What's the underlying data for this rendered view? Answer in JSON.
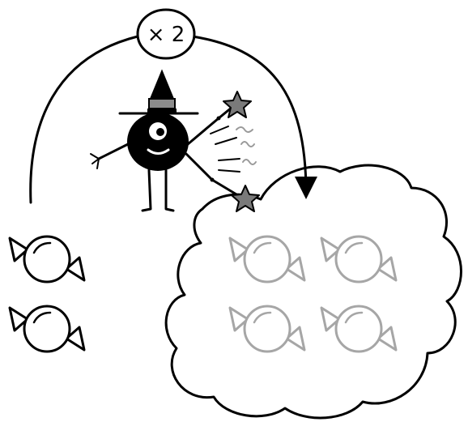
{
  "multiplier": {
    "label": "× 2"
  },
  "counts": {
    "input_candies": 2,
    "output_candies": 4
  },
  "colors": {
    "ink": "#000000",
    "output_candy": "#a6a6a6",
    "stars": "#7a7a7a",
    "hat_band": "#8c8c8c",
    "sparkles": "#9a9a9a"
  },
  "icons": {
    "character": "one-eyed-wizard-icon",
    "input_item": "wrapped-candy-icon",
    "output_item": "wrapped-candy-icon",
    "magic": "star-icon",
    "container": "cloud-icon",
    "flow": "arrow-icon"
  }
}
